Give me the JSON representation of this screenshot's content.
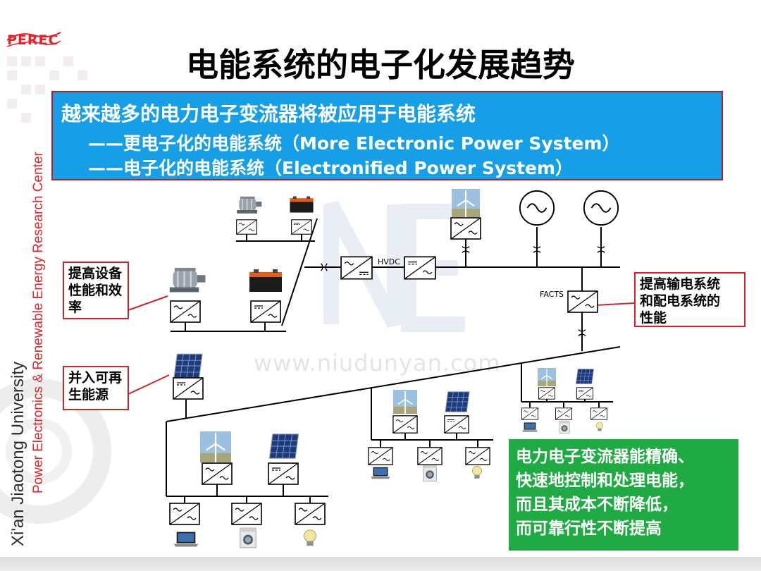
{
  "header": {
    "logo_text": "PEREC",
    "title": "电能系统的电子化发展趋势"
  },
  "side_text": {
    "line1": "Power Electronics & Renewable Energy Research Center",
    "line2": "Xi'an Jiaotong University"
  },
  "blue_box": {
    "line1": "越来越多的电力电子变流器将被应用于电能系统",
    "line2": "——更电子化的电能系统（More Electronic Power System）",
    "line3": "——电子化的电能系统（Electronified Power System）"
  },
  "callouts": {
    "equipment": [
      "提高设备",
      "性能和效",
      "率"
    ],
    "grid": [
      "提高输电系统",
      "和配电系统的",
      "性能"
    ],
    "renewable": [
      "并入可再",
      "生能源"
    ]
  },
  "diagram_labels": {
    "hvdc": "HVDC",
    "facts": "FACTS"
  },
  "green_box": {
    "lines": [
      "电力电子变流器能精确、",
      "快速地控制和处理电能，",
      "而且其成本不断降低，",
      "而可靠行性不断提高"
    ]
  },
  "watermark": "www.niudunyan.com",
  "colors": {
    "blue": "#169fe6",
    "green": "#1faa43",
    "red": "#c8282d"
  }
}
